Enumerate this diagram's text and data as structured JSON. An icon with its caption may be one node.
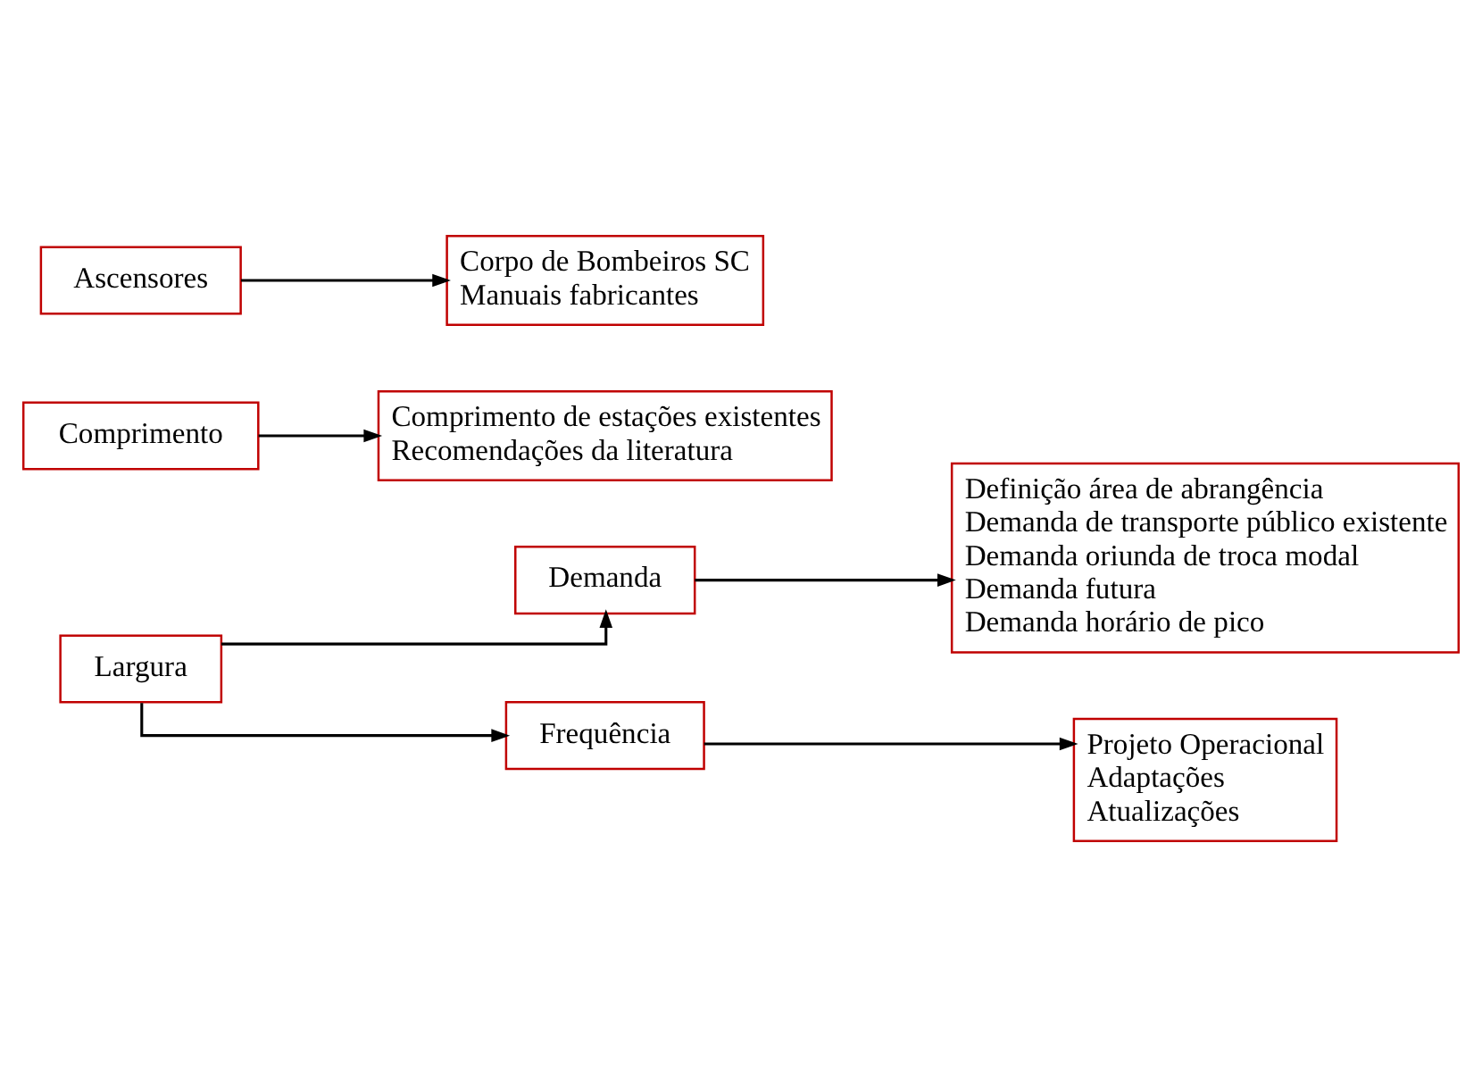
{
  "diagram": {
    "nodes": [
      {
        "text": [
          "Largura"
        ]
      },
      {
        "text": [
          "Demanda"
        ]
      },
      {
        "text": [
          "Frequência"
        ]
      },
      {
        "text": [
          "Definição área de abrangência",
          "Demanda de transporte público existente",
          "Demanda oriunda de troca modal",
          "Demanda futura",
          "Demanda horário de pico"
        ]
      },
      {
        "text": [
          "Projeto Operacional",
          "Adaptações",
          "Atualizações"
        ]
      },
      {
        "text": [
          "Comprimento"
        ]
      },
      {
        "text": [
          "Comprimento de estações existentes",
          "Recomendações da literatura"
        ]
      },
      {
        "text": [
          "Ascensores"
        ]
      },
      {
        "text": [
          "Corpo de Bombeiros SC",
          "Manuais fabricantes"
        ]
      }
    ],
    "edges": [
      {
        "from": 0,
        "to": 1,
        "arrow": "to"
      },
      {
        "from": 0,
        "to": 2,
        "arrow": "to"
      },
      {
        "from": 1,
        "to": 3,
        "arrow": "to"
      },
      {
        "from": 2,
        "to": 4,
        "arrow": "to"
      },
      {
        "from": 5,
        "to": 6,
        "arrow": "to"
      },
      {
        "from": 7,
        "to": 8,
        "arrow": "to"
      }
    ]
  }
}
